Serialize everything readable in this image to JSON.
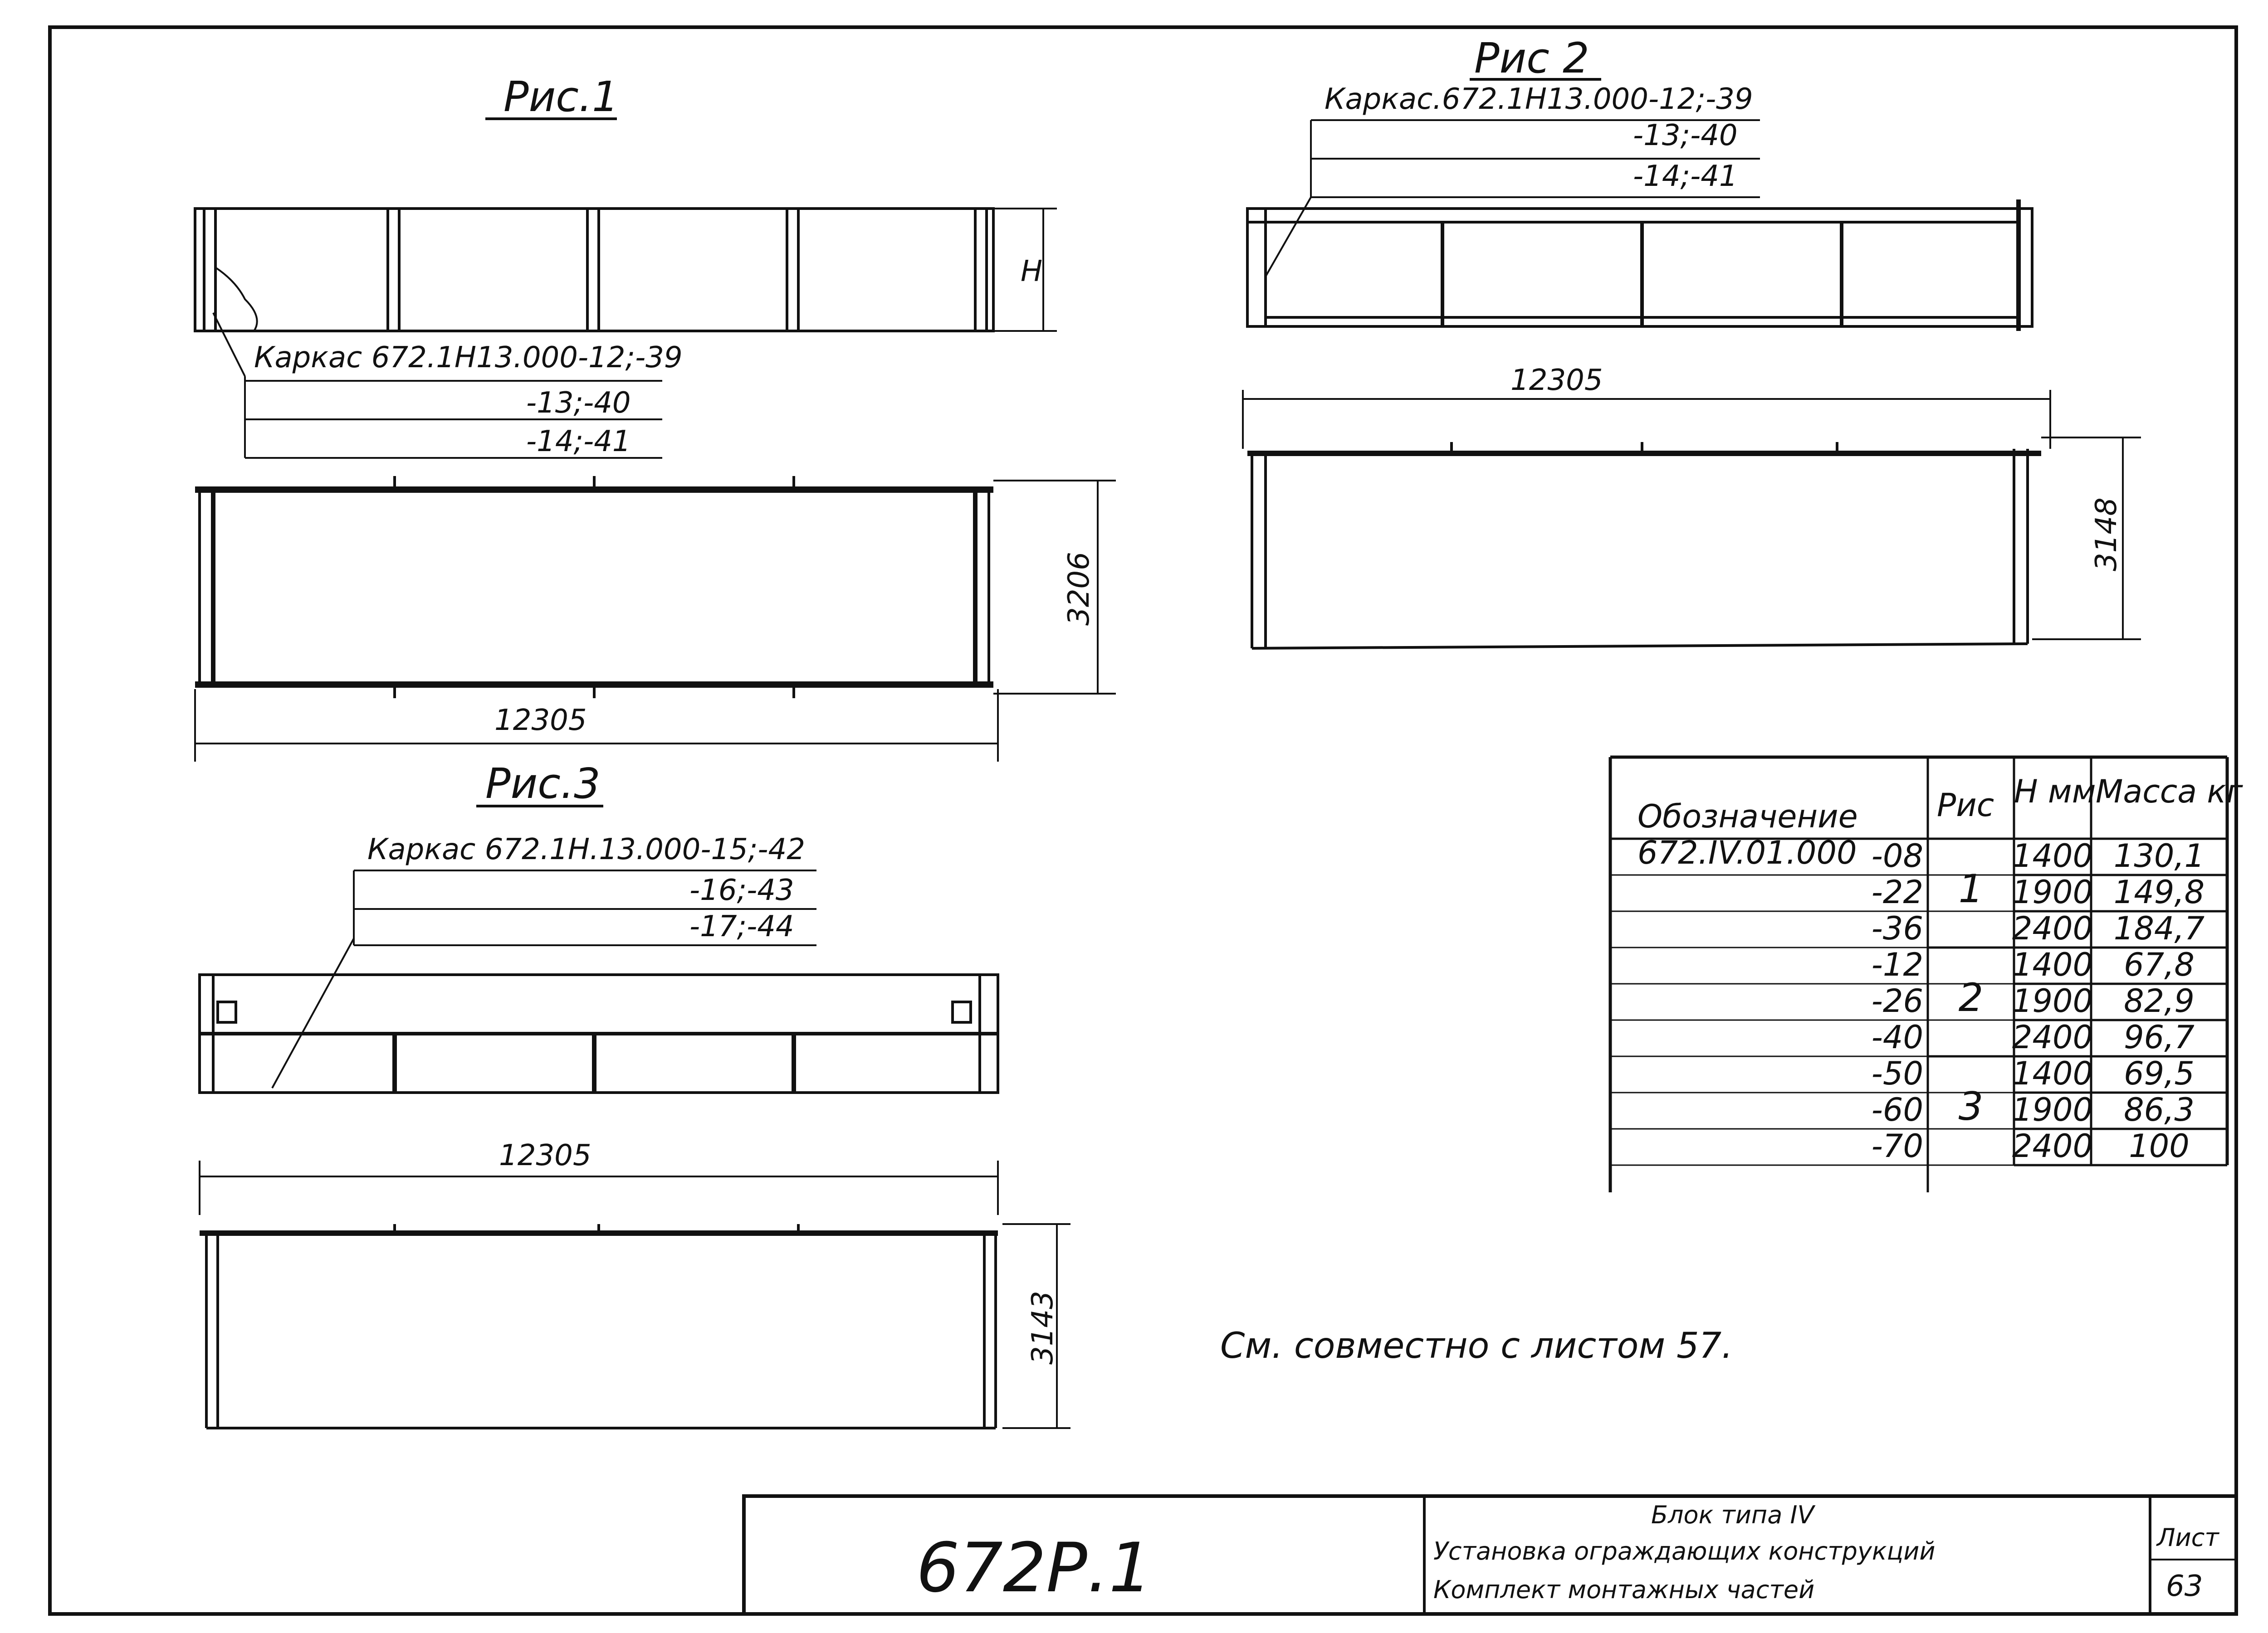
{
  "fig1": {
    "title": "Рис.1",
    "callout": [
      "Каркас 672.1Н13.000-12;-39",
      "-13;-40",
      "-14;-41"
    ],
    "h_label": "Н",
    "dim_length": "12305",
    "dim_width": "3206"
  },
  "fig2": {
    "title": "Рис 2",
    "callout": [
      "Каркас.672.1Н13.000-12;-39",
      "-13;-40",
      "-14;-41"
    ],
    "dim_length": "12305",
    "dim_width": "3148"
  },
  "fig3": {
    "title": "Рис.3",
    "callout": [
      "Каркас 672.1Н.13.000-15;-42",
      "-16;-43",
      "-17;-44"
    ],
    "dim_length": "12305",
    "dim_width": "3143"
  },
  "table": {
    "headers": [
      "Обозначение",
      "Рис",
      "Н мм",
      "Масса кг"
    ],
    "designation_prefix": "672.IV.01.000",
    "rows": [
      {
        "suffix": "-08",
        "fig": "1",
        "h": "1400",
        "mass": "130,1"
      },
      {
        "suffix": "-22",
        "fig": "",
        "h": "1900",
        "mass": "149,8"
      },
      {
        "suffix": "-36",
        "fig": "",
        "h": "2400",
        "mass": "184,7"
      },
      {
        "suffix": "-12",
        "fig": "2",
        "h": "1400",
        "mass": "67,8"
      },
      {
        "suffix": "-26",
        "fig": "",
        "h": "1900",
        "mass": "82,9"
      },
      {
        "suffix": "-40",
        "fig": "",
        "h": "2400",
        "mass": "96,7"
      },
      {
        "suffix": "-50",
        "fig": "3",
        "h": "1400",
        "mass": "69,5"
      },
      {
        "suffix": "-60",
        "fig": "",
        "h": "1900",
        "mass": "86,3"
      },
      {
        "suffix": "-70",
        "fig": "",
        "h": "2400",
        "mass": "100"
      }
    ]
  },
  "note": "См. совместно с листом 57.",
  "title_block": {
    "code": "672Р.1",
    "lines": [
      "Блок типа IV",
      "Установка ограждающих конструкций",
      "Комплект монтажных частей"
    ],
    "sheet_label": "Лист",
    "sheet_number": "63"
  }
}
